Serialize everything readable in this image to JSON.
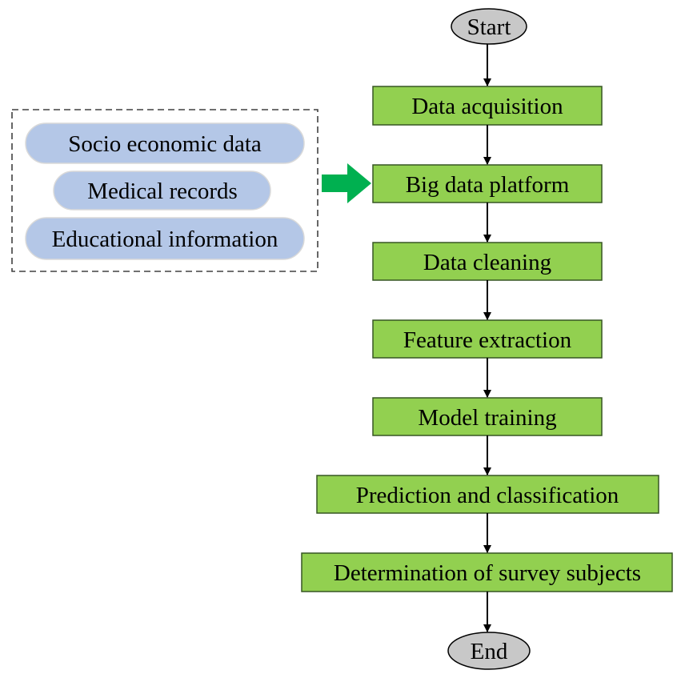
{
  "flowchart": {
    "start": "Start",
    "end": "End",
    "steps": [
      "Data acquisition",
      "Big data platform",
      "Data cleaning",
      "Feature extraction",
      "Model training",
      "Prediction and classification",
      "Determination of survey subjects"
    ]
  },
  "sources": {
    "items": [
      "Socio economic data",
      "Medical records",
      "Educational information"
    ]
  },
  "colors": {
    "terminal_fill": "#c8c8c8",
    "step_fill": "#92d050",
    "step_border": "#375623",
    "source_fill": "#b4c7e7",
    "source_border": "#d9d9d9",
    "input_arrow": "#00b050",
    "connector": "#000000",
    "group_border": "#404040"
  }
}
